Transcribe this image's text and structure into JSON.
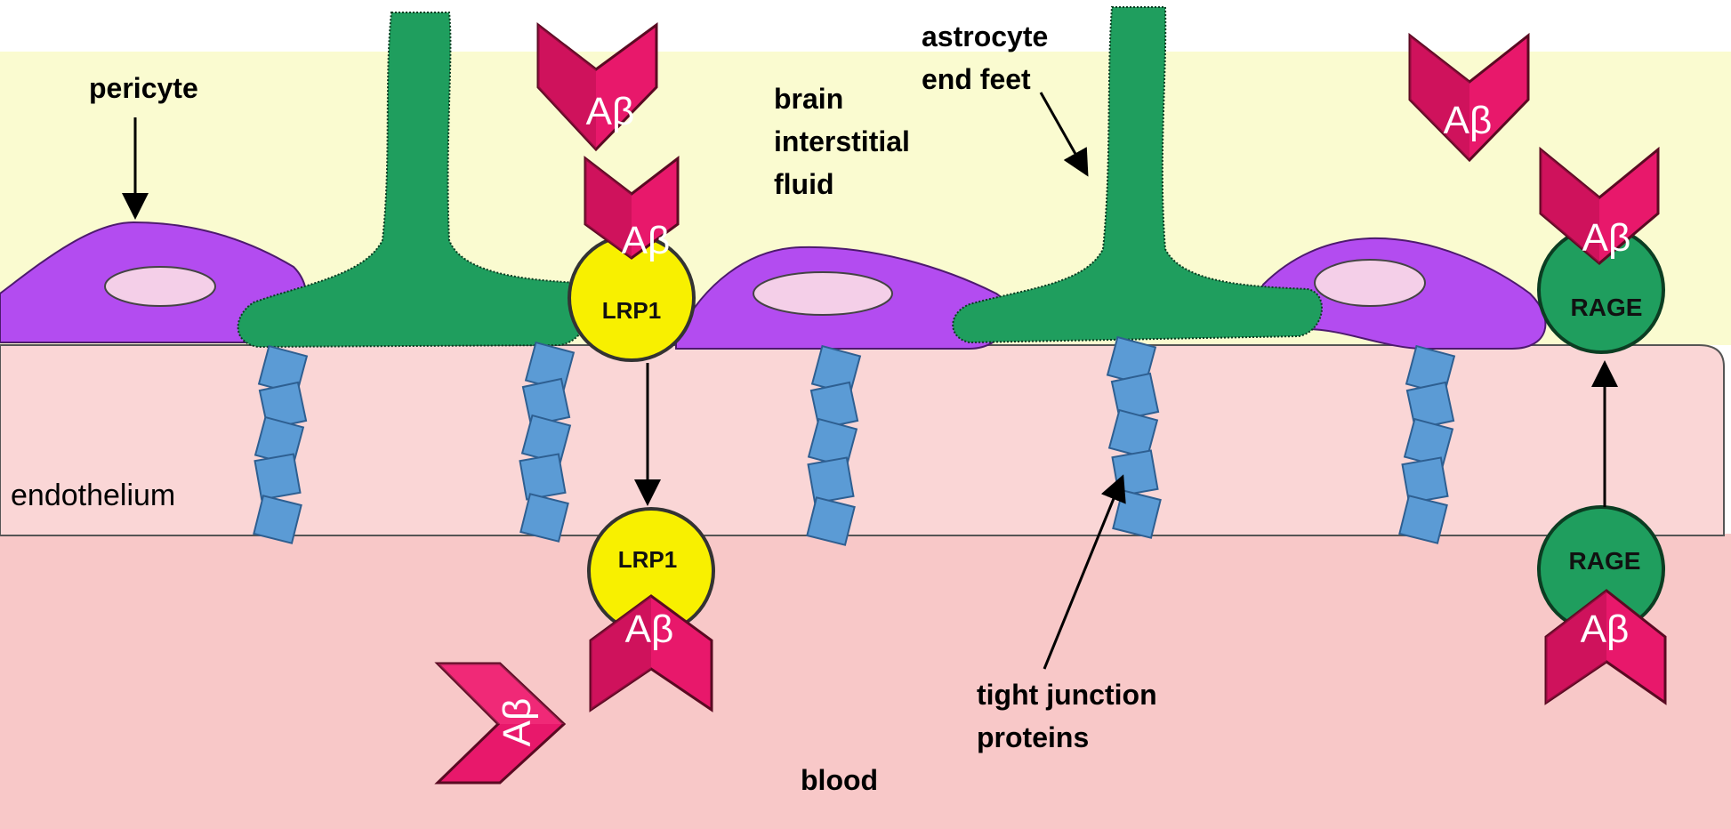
{
  "labels": {
    "pericyte": "pericyte",
    "brain_line1": "brain",
    "brain_line2": "interstitial",
    "brain_line3": "fluid",
    "astro_line1": "astrocyte",
    "astro_line2": "end feet",
    "endothelium": "endothelium",
    "tj_line1": "tight junction",
    "tj_line2": "proteins",
    "blood": "blood"
  },
  "amyloid": {
    "label": "Aβ"
  },
  "receptors": {
    "lrp1": "LRP1",
    "rage": "RAGE"
  },
  "colors": {
    "brain_fluid": "#fafbd0",
    "endothelium": "#fad6d6",
    "blood": "#f8c8c8",
    "pericyte": "#b34cf0",
    "astrocyte": "#1f9e5e",
    "tight_junction": "#5b9bd5",
    "amyloid_beta": "#e8186b",
    "lrp1": "#f8f000",
    "rage": "#1f9e5e"
  }
}
